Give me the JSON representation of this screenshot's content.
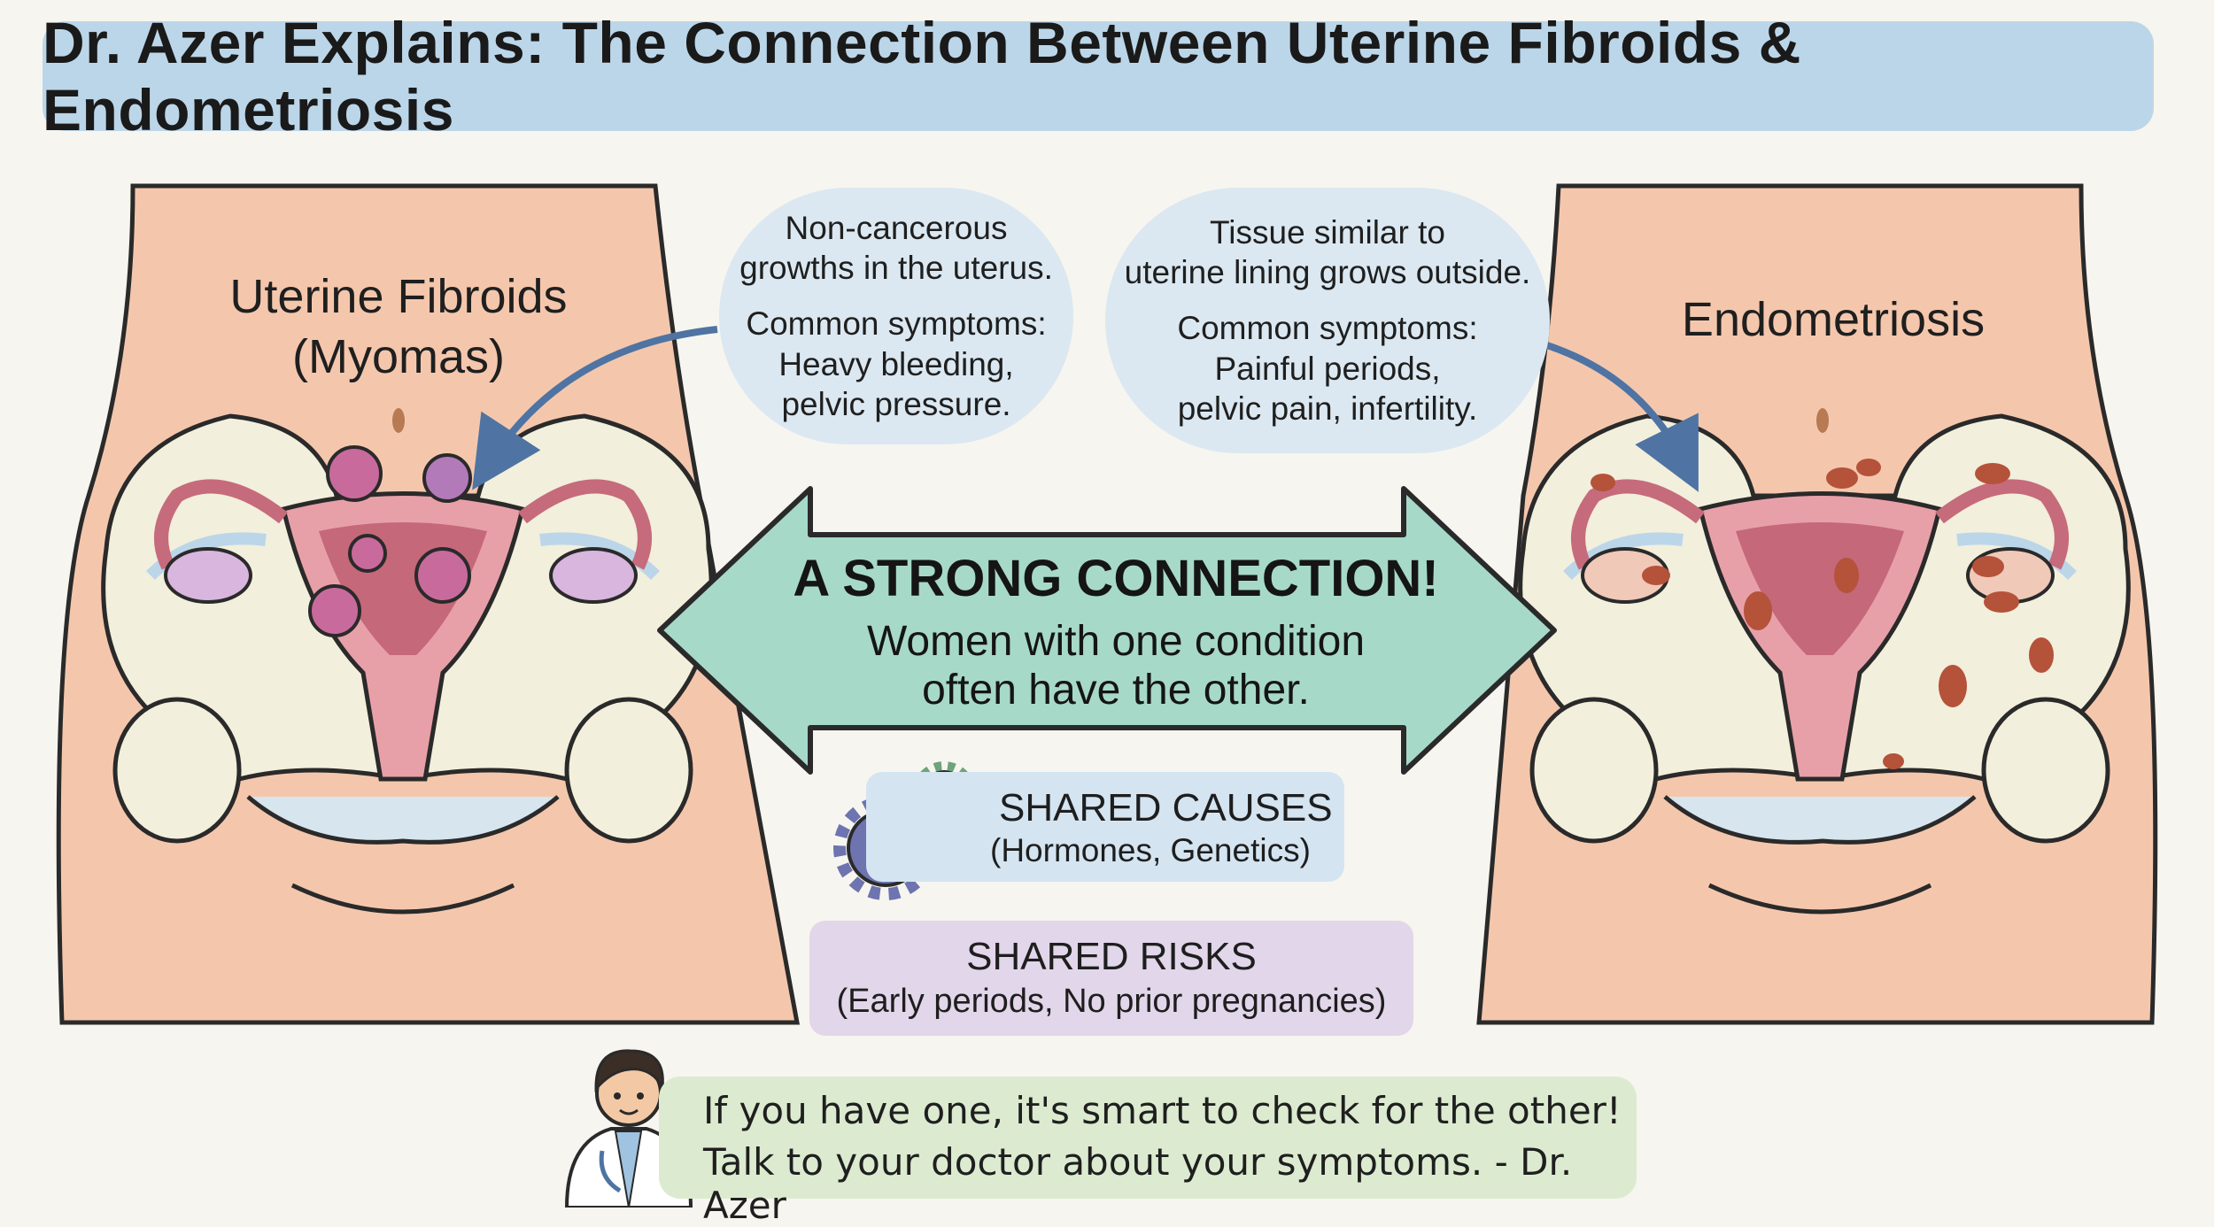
{
  "title": "Dr. Azer Explains: The Connection Between Uterine Fibroids & Endometriosis",
  "left_panel": {
    "label_main": "Uterine Fibroids",
    "label_sub": "(Myomas)"
  },
  "right_panel": {
    "label_main": "Endometriosis"
  },
  "fibroids_bubble": {
    "desc_line1": "Non-cancerous",
    "desc_line2": "growths in the uterus.",
    "symptoms_heading": "Common symptoms:",
    "symptoms_line1": "Heavy bleeding,",
    "symptoms_line2": "pelvic pressure."
  },
  "endo_bubble": {
    "desc_line1": "Tissue similar to",
    "desc_line2": "uterine lining grows outside.",
    "symptoms_heading": "Common symptoms:",
    "symptoms_line1": "Painful periods,",
    "symptoms_line2": "pelvic pain, infertility."
  },
  "connection": {
    "heading": "A STRONG CONNECTION!",
    "line1": "Women with one condition",
    "line2": "often have the other."
  },
  "shared_causes": {
    "title": "SHARED CAUSES",
    "subtitle": "(Hormones, Genetics)"
  },
  "shared_risks": {
    "title": "SHARED RISKS",
    "subtitle": "(Early periods, No prior pregnancies)"
  },
  "advice": {
    "line1": "If you have one, it's smart to check for the other!",
    "line2": "Talk to your doctor about your symptoms. - Dr. Azer"
  },
  "icons": {
    "left_illustration": "uterus-with-fibroids-illustration",
    "right_illustration": "uterus-with-endometriosis-illustration",
    "gears": "gears-icon",
    "doctor": "doctor-avatar-icon"
  },
  "colors": {
    "skin": "#f4c7ad",
    "bone": "#f2efdc",
    "uterus": "#e8a0a8",
    "fibroid": "#c96a9d",
    "endometrial_lesion": "#b5523a",
    "title_banner": "#bcd6e9",
    "connection_arrow": "#a7d9c9",
    "causes_box": "#d4e4f1",
    "risks_box": "#e2d6ea",
    "advice_box": "#dcebd0",
    "callout_arrow": "#4f74a3"
  }
}
